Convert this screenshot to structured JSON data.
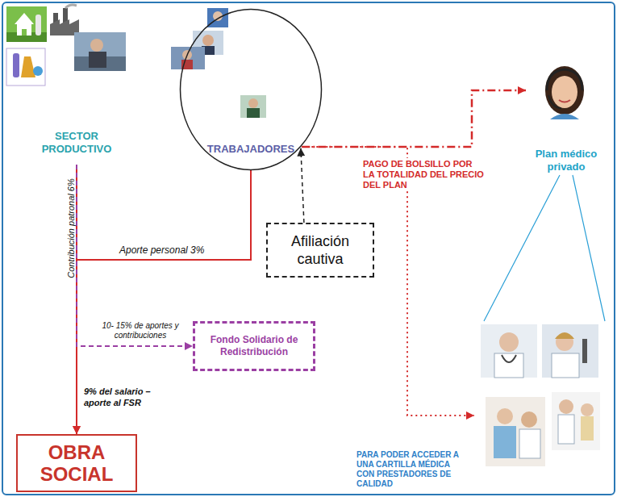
{
  "diagram": {
    "nodes": [
      {
        "text": [
          "SECTOR PRODUCTIVO"
        ]
      },
      {
        "text": [
          "TRABAJADORES"
        ]
      },
      {
        "text": [
          "Afiliación cautiva"
        ]
      },
      {
        "text": [
          "Fondo Solidario de Redistribución"
        ]
      },
      {
        "text": [
          "OBRA SOCIAL"
        ]
      },
      {
        "text": [
          "Plan médico privado"
        ]
      },
      {
        "text": [
          "PARA PODER ACCEDER A UNA CARTILLA MÉDICA CON PRESTADORES DE CALIDAD"
        ]
      }
    ],
    "edges": [
      {
        "from": 0,
        "to": 4,
        "arrow": "to",
        "label": "Contribución patronal 6%"
      },
      {
        "from": 1,
        "to": 4,
        "arrow": "to",
        "label": "Aporte personal 3%"
      },
      {
        "from": 0,
        "to": 3,
        "arrow": "to",
        "label": "10- 15% de aportes y contribuciones"
      },
      {
        "from": 1,
        "to": 5,
        "arrow": "to",
        "label": "PAGO DE BOLSILLO POR LA TOTALIDAD DEL PRECIO DEL PLAN"
      },
      {
        "from": 1,
        "to": 6,
        "arrow": "to"
      },
      {
        "from": 5,
        "to": 6,
        "arrow": "none"
      },
      {
        "from": 2,
        "to": 1,
        "arrow": "to"
      }
    ],
    "labels": [
      "9% del salario – aporte al FSR"
    ]
  }
}
